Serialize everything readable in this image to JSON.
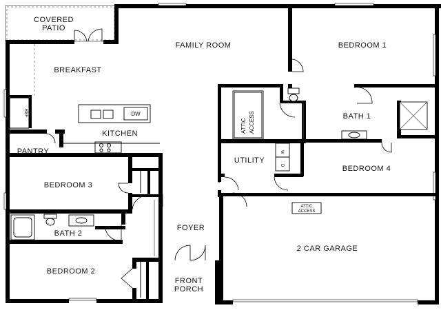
{
  "rooms": {
    "covered_patio": [
      "COVERED",
      "PATIO"
    ],
    "family_room": "FAMILY ROOM",
    "bedroom_1": "BEDROOM 1",
    "breakfast": "BREAKFAST",
    "kitchen": "KITCHEN",
    "pantry": "PANTRY",
    "bath_1": "BATH 1",
    "utility": "UTILITY",
    "bedroom_4": "BEDROOM 4",
    "bedroom_3": "BEDROOM 3",
    "bath_2": "BATH 2",
    "foyer": "FOYER",
    "garage": "2 CAR GARAGE",
    "bedroom_2": "BEDROOM 2",
    "front_porch": [
      "FRONT",
      "PORCH"
    ]
  },
  "labels": {
    "attic_access_vertical": [
      "ATTIC",
      "ACCESS"
    ],
    "attic_access_garage": [
      "ATTIC",
      "ACCESS"
    ],
    "ref": "REF",
    "dw": "DW",
    "washer": "W",
    "dryer": "D"
  }
}
